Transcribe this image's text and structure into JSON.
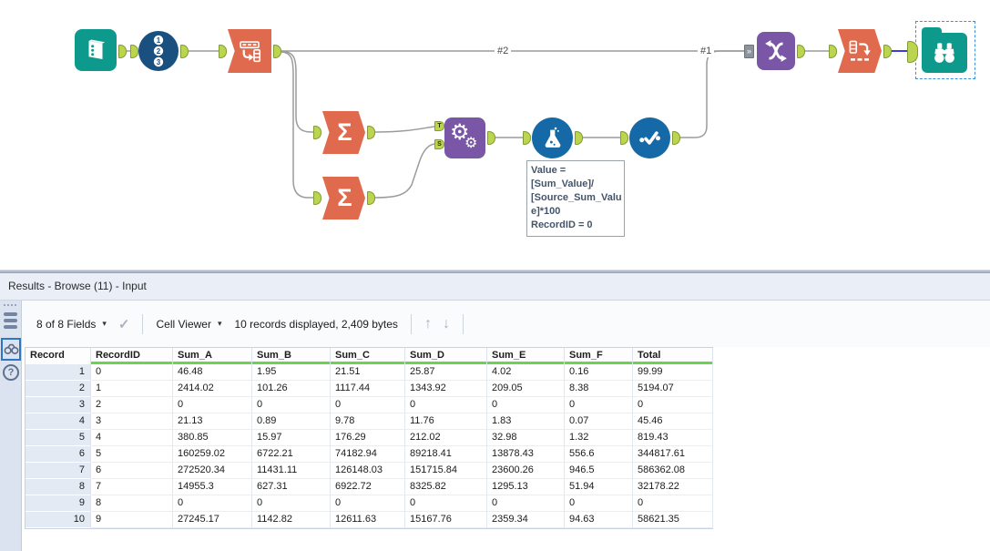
{
  "canvas": {
    "tools": [
      "input-data",
      "record-id",
      "transpose",
      "summarize-top",
      "summarize-bottom",
      "append-fields",
      "formula",
      "select-records-check",
      "union",
      "cross-tab",
      "browse"
    ],
    "labels": {
      "union_input_1": "#1",
      "union_input_2": "#2"
    },
    "append_anchors": {
      "target": "T",
      "source": "S"
    },
    "union_multi_input_glyph": "»",
    "annotation": {
      "text": "Value =\n[Sum_Value]/\n[Source_Sum_Valu\ne]*100\nRecordID = 0"
    },
    "colors": {
      "teal": "#0d9a8c",
      "navy": "#1a5080",
      "blue": "#1569a6",
      "orange": "#e06a4e",
      "purple": "#7a57a6",
      "wire": "#9b9b9b",
      "selected_wire": "#3c3ddb",
      "anchor_green": "#bcd44e",
      "selection_dash": "#3e8ede"
    }
  },
  "results": {
    "title": "Results - Browse (11) - Input",
    "toolbar": {
      "fields_summary": "8 of 8 Fields",
      "cell_viewer": "Cell Viewer",
      "records_summary": "10 records displayed, 2,409 bytes",
      "icons": {
        "caret": "▾",
        "check": "✓",
        "up": "↑",
        "down": "↓",
        "help": "?"
      }
    },
    "table": {
      "columns": [
        "Record",
        "RecordID",
        "Sum_A",
        "Sum_B",
        "Sum_C",
        "Sum_D",
        "Sum_E",
        "Sum_F",
        "Total"
      ],
      "header_underline_color": "#67d64e",
      "rows": [
        [
          "1",
          "0",
          "46.48",
          "1.95",
          "21.51",
          "25.87",
          "4.02",
          "0.16",
          "99.99"
        ],
        [
          "2",
          "1",
          "2414.02",
          "101.26",
          "1117.44",
          "1343.92",
          "209.05",
          "8.38",
          "5194.07"
        ],
        [
          "3",
          "2",
          "0",
          "0",
          "0",
          "0",
          "0",
          "0",
          "0"
        ],
        [
          "4",
          "3",
          "21.13",
          "0.89",
          "9.78",
          "11.76",
          "1.83",
          "0.07",
          "45.46"
        ],
        [
          "5",
          "4",
          "380.85",
          "15.97",
          "176.29",
          "212.02",
          "32.98",
          "1.32",
          "819.43"
        ],
        [
          "6",
          "5",
          "160259.02",
          "6722.21",
          "74182.94",
          "89218.41",
          "13878.43",
          "556.6",
          "344817.61"
        ],
        [
          "7",
          "6",
          "272520.34",
          "11431.11",
          "126148.03",
          "151715.84",
          "23600.26",
          "946.5",
          "586362.08"
        ],
        [
          "8",
          "7",
          "14955.3",
          "627.31",
          "6922.72",
          "8325.82",
          "1295.13",
          "51.94",
          "32178.22"
        ],
        [
          "9",
          "8",
          "0",
          "0",
          "0",
          "0",
          "0",
          "0",
          "0"
        ],
        [
          "10",
          "9",
          "27245.17",
          "1142.82",
          "12611.63",
          "15167.76",
          "2359.34",
          "94.63",
          "58621.35"
        ]
      ]
    }
  }
}
